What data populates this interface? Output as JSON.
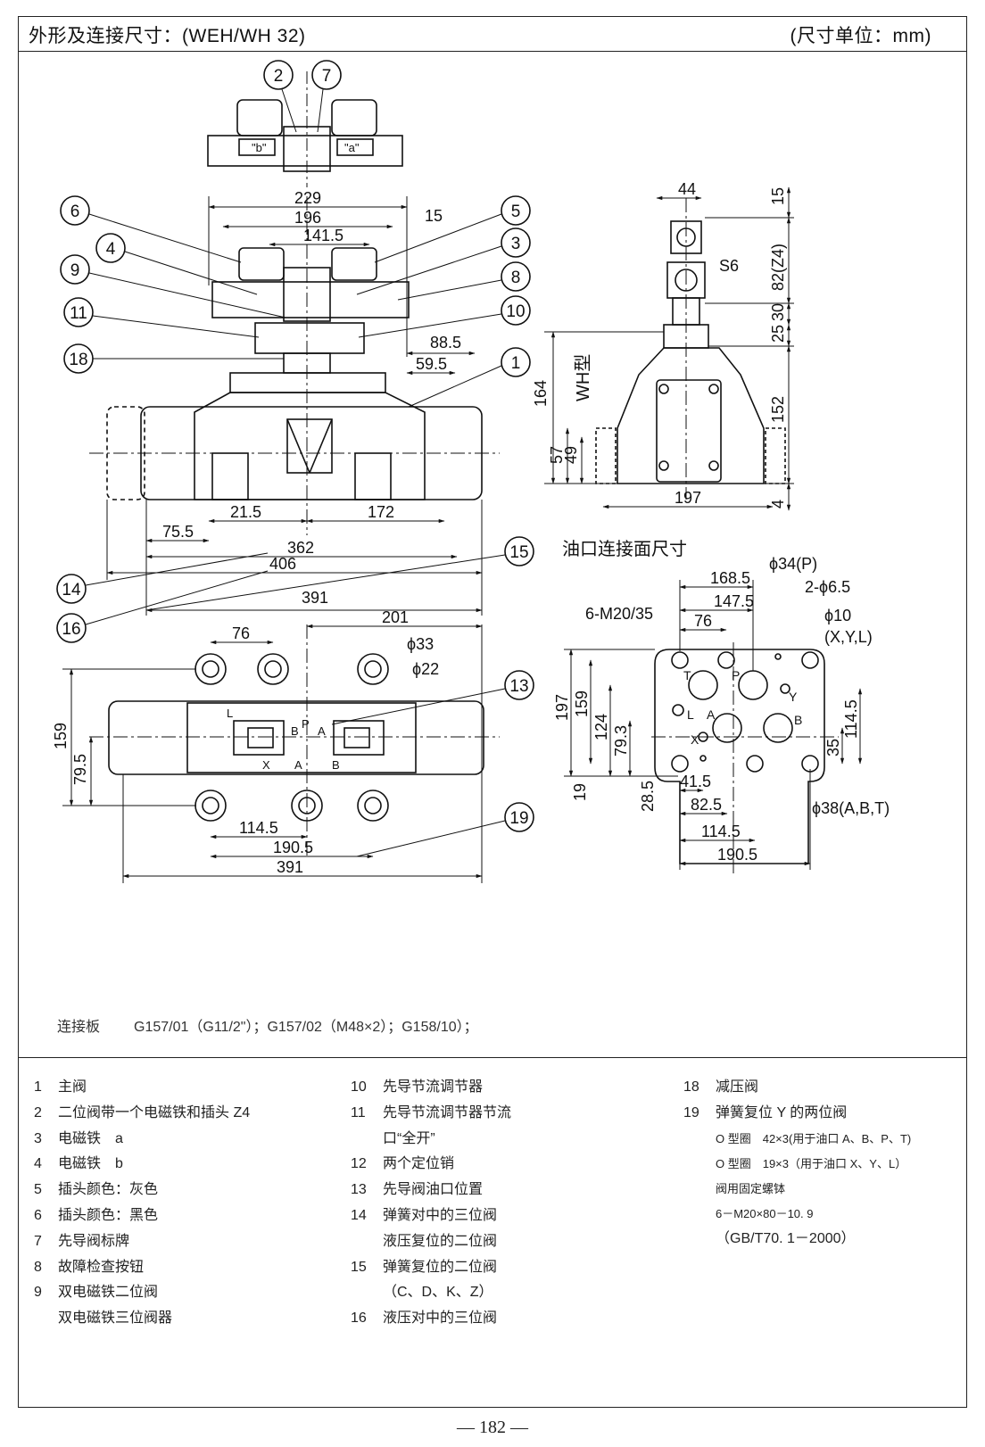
{
  "header": {
    "title": "外形及连接尺寸：(WEH/WH 32)",
    "unit": "(尺寸单位：mm)"
  },
  "drawing": {
    "top_view_labels": [
      "\"b\"",
      "\"a\""
    ],
    "front_dims": [
      "229",
      "196",
      "15",
      "141.5",
      "88.5",
      "59.5",
      "21.5",
      "172",
      "75.5",
      "362",
      "406",
      "391"
    ],
    "side_dims": [
      "44",
      "15",
      "S6",
      "82(Z4)",
      "30",
      "25",
      "164",
      "WH型",
      "152",
      "57",
      "49",
      "197",
      "4"
    ],
    "plan_dims": [
      "201",
      "76",
      "ϕ33",
      "ϕ22",
      "159",
      "79.5",
      "114.5",
      "190.5",
      "391"
    ],
    "plan_port_labels": [
      "B",
      "P",
      "A",
      "X",
      "A",
      "B",
      "L"
    ],
    "port_face_title": "油口连接面尺寸",
    "port_face_dims": [
      "168.5",
      "ϕ34(P)",
      "147.5",
      "2-ϕ6.5",
      "6-M20/35",
      "76",
      "ϕ10",
      "(X,Y,L)",
      "197",
      "159",
      "124",
      "79.3",
      "114.5",
      "35",
      "19",
      "28.5",
      "41.5",
      "82.5",
      "114.5",
      "190.5",
      "ϕ38(A,B,T)"
    ],
    "port_face_ports": [
      "T",
      "P",
      "Y",
      "L",
      "A",
      "B",
      "X"
    ],
    "callouts": [
      "2",
      "7",
      "6",
      "5",
      "4",
      "3",
      "9",
      "8",
      "11",
      "10",
      "18",
      "1",
      "14",
      "15",
      "16",
      "13",
      "19"
    ]
  },
  "plate_note": {
    "label": "连接板",
    "text": "G157/01（G11/2\"）；G157/02（M48×2）；G158/10）；"
  },
  "legend": {
    "col1": [
      {
        "num": "1",
        "text": "主阀"
      },
      {
        "num": "2",
        "text": "二位阀带一个电磁铁和插头 Z4"
      },
      {
        "num": "3",
        "text": "电磁铁　a"
      },
      {
        "num": "4",
        "text": "电磁铁　b"
      },
      {
        "num": "5",
        "text": "插头颜色：灰色"
      },
      {
        "num": "6",
        "text": "插头颜色：黑色"
      },
      {
        "num": "7",
        "text": "先导阀标牌"
      },
      {
        "num": "8",
        "text": "故障检查按钮"
      },
      {
        "num": "9",
        "text": "双电磁铁二位阀"
      },
      {
        "num": "",
        "text": "双电磁铁三位阀器"
      }
    ],
    "col2": [
      {
        "num": "10",
        "text": "先导节流调节器"
      },
      {
        "num": "11",
        "text": "先导节流调节器节流"
      },
      {
        "num": "",
        "text": "口“全开”"
      },
      {
        "num": "12",
        "text": "两个定位销"
      },
      {
        "num": "13",
        "text": "先导阀油口位置"
      },
      {
        "num": "14",
        "text": "弹簧对中的三位阀"
      },
      {
        "num": "",
        "text": "液压复位的二位阀"
      },
      {
        "num": "15",
        "text": "弹簧复位的二位阀"
      },
      {
        "num": "",
        "text": "（C、D、K、Z）"
      },
      {
        "num": "16",
        "text": "液压对中的三位阀"
      }
    ],
    "col3": [
      {
        "num": "18",
        "text": "减压阀"
      },
      {
        "num": "19",
        "text": "弹簧复位 Y 的两位阀"
      }
    ],
    "col3_notes": [
      "O 型圈　42×3(用于油口 A、B、P、T)",
      "O 型圈　19×3（用于油口 X、Y、L）",
      "阀用固定螺钵",
      "6－M20×80－10. 9",
      "（GB/T70. 1－2000）"
    ]
  },
  "page_number": "— 182 —"
}
